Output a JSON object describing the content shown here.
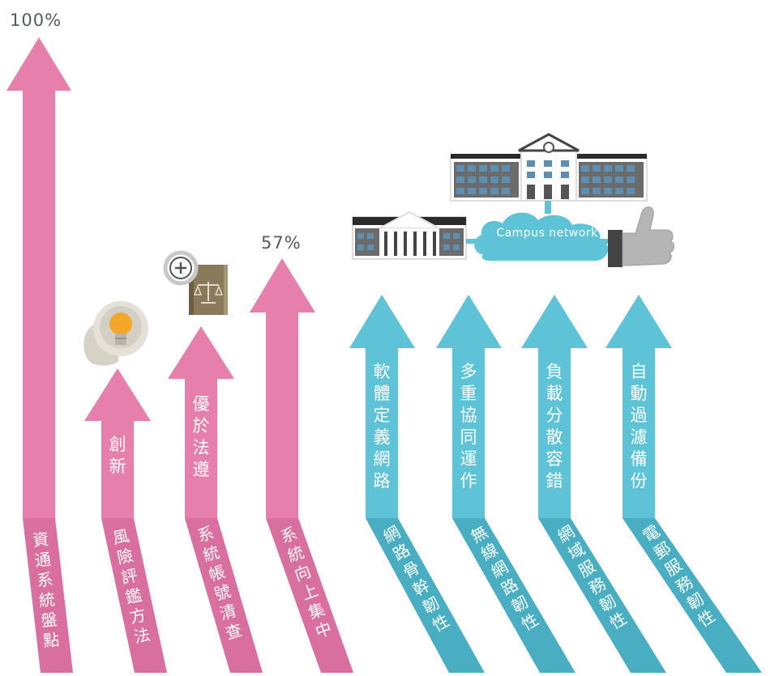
{
  "percent_top": "100%",
  "percent_mid": "57%",
  "campus_label": "Campus network",
  "colors": {
    "pink": "#e67fac",
    "pink_dark": "#d96f9e",
    "blue": "#5ec3d6",
    "blue_dark": "#4aaec2"
  },
  "arrows": [
    {
      "base": "資通系統盤點",
      "upper": ""
    },
    {
      "base": "風險評鑑方法",
      "upper": "創新"
    },
    {
      "base": "系統帳號清查",
      "upper": "優於法遵"
    },
    {
      "base": "系統向上集中",
      "upper": ""
    },
    {
      "base": "網路骨幹韌性",
      "upper": "軟體定義網路"
    },
    {
      "base": "無線網路韌性",
      "upper": "多重協同運作"
    },
    {
      "base": "網域服務韌性",
      "upper": "負載分散容錯"
    },
    {
      "base": "電郵服務韌性",
      "upper": "自動過濾備份"
    }
  ],
  "icons": [
    "lightbulb-head-icon",
    "law-book-icon",
    "campus-building-icon",
    "thumbs-up-icon"
  ]
}
